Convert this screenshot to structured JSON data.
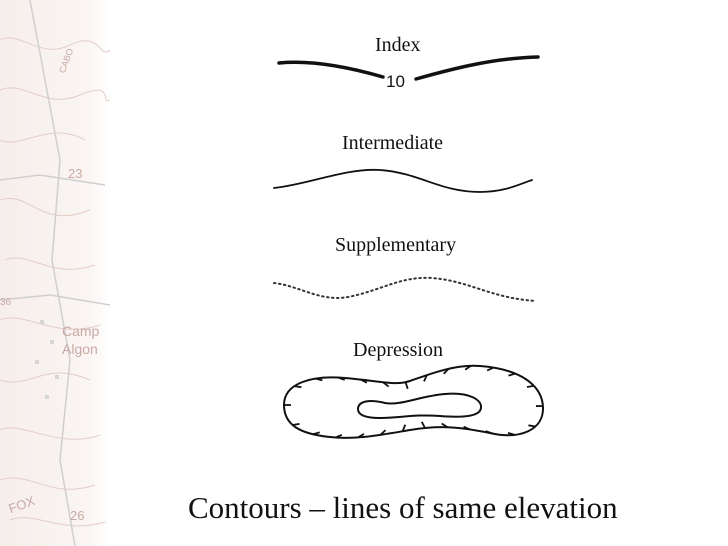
{
  "labels": {
    "index": "Index",
    "index_value": "10",
    "intermediate": "Intermediate",
    "supplementary": "Supplementary",
    "depression": "Depression"
  },
  "caption": "Contours – lines of same elevation",
  "map_labels": {
    "camp": "Camp",
    "algon": "Algon",
    "fox": "FOX",
    "n23": "23",
    "n26": "26",
    "n36": "36",
    "cabo": "CABO"
  },
  "colors": {
    "line": "#111111",
    "map_tint": "#f3e8e4",
    "map_contour": "#e0c4bd",
    "map_road": "#bfbfbf"
  }
}
